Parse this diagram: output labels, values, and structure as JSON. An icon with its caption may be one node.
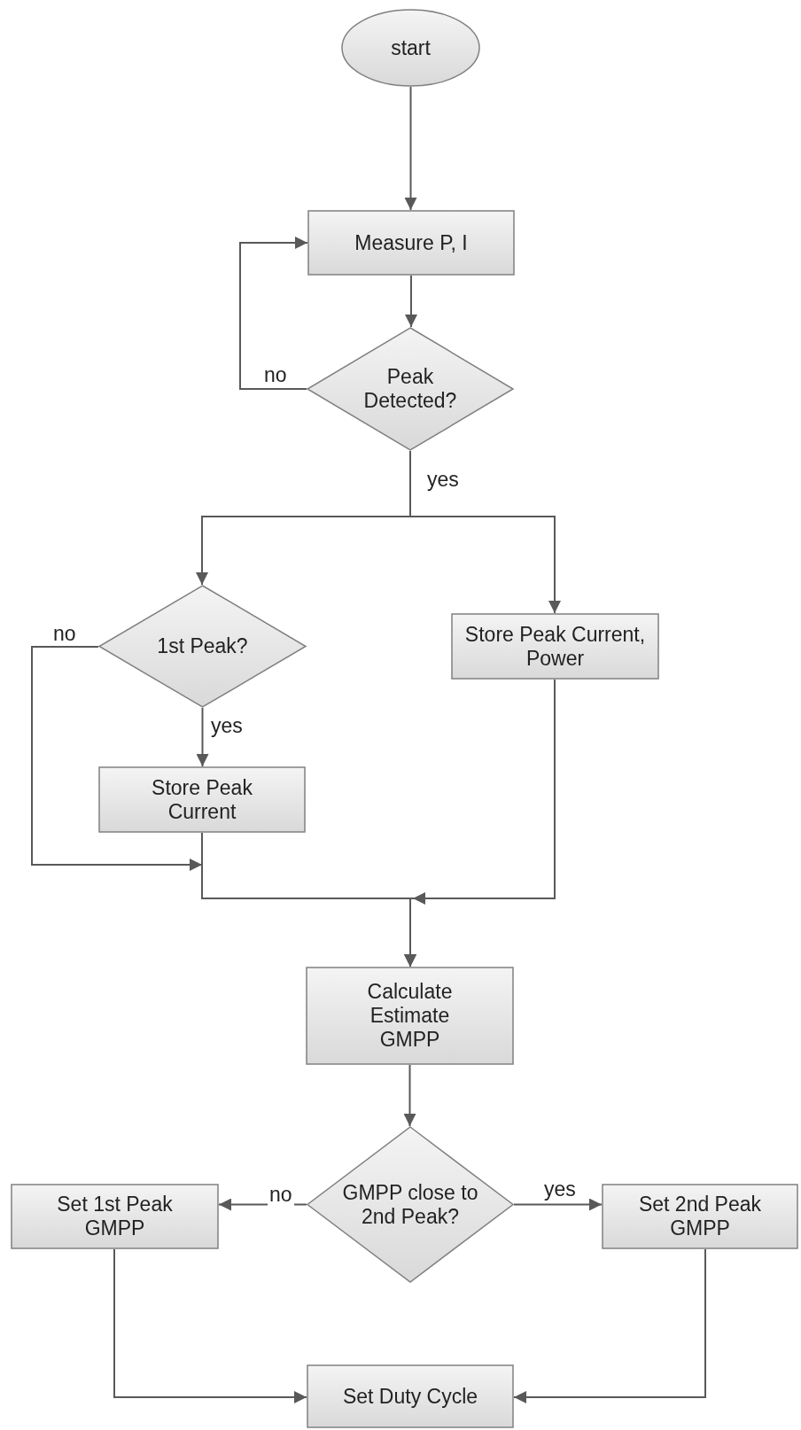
{
  "diagram": {
    "nodes": [
      {
        "text": [
          "start"
        ]
      },
      {
        "text": [
          "Measure P, I"
        ]
      },
      {
        "text": [
          "Peak Detected?"
        ]
      },
      {
        "text": [
          "1st Peak?"
        ]
      },
      {
        "text": [
          "Store Peak Current, Power"
        ]
      },
      {
        "text": [
          "Store Peak Current"
        ]
      },
      {
        "text": [
          "Calculate Estimate GMPP"
        ]
      },
      {
        "text": [
          "GMPP close to 2nd Peak?"
        ]
      },
      {
        "text": [
          "Set 1st Peak GMPP"
        ]
      },
      {
        "text": [
          "Set 2nd Peak GMPP"
        ]
      },
      {
        "text": [
          "Set Duty Cycle"
        ]
      }
    ],
    "edges": [
      {
        "from": 0,
        "to": 1,
        "arrow": "to"
      },
      {
        "from": 1,
        "to": 2,
        "arrow": "to"
      },
      {
        "from": 2,
        "to": 1,
        "arrow": "to",
        "label": "no"
      },
      {
        "from": 2,
        "to": 3,
        "arrow": "to"
      },
      {
        "from": 2,
        "to": 4,
        "arrow": "to",
        "label": "yes"
      },
      {
        "from": 3,
        "to": 5,
        "arrow": "to",
        "label": "yes"
      },
      {
        "from": 3,
        "to": 6,
        "arrow": "to",
        "label": "no"
      },
      {
        "from": 5,
        "to": 6,
        "arrow": "to"
      },
      {
        "from": 4,
        "to": 6,
        "arrow": "to"
      },
      {
        "from": 6,
        "to": 7,
        "arrow": "to"
      },
      {
        "from": 7,
        "to": 8,
        "arrow": "to",
        "label": "no"
      },
      {
        "from": 7,
        "to": 9,
        "arrow": "to",
        "label": "yes"
      },
      {
        "from": 8,
        "to": 10,
        "arrow": "to"
      },
      {
        "from": 9,
        "to": 10,
        "arrow": "to"
      }
    ]
  }
}
